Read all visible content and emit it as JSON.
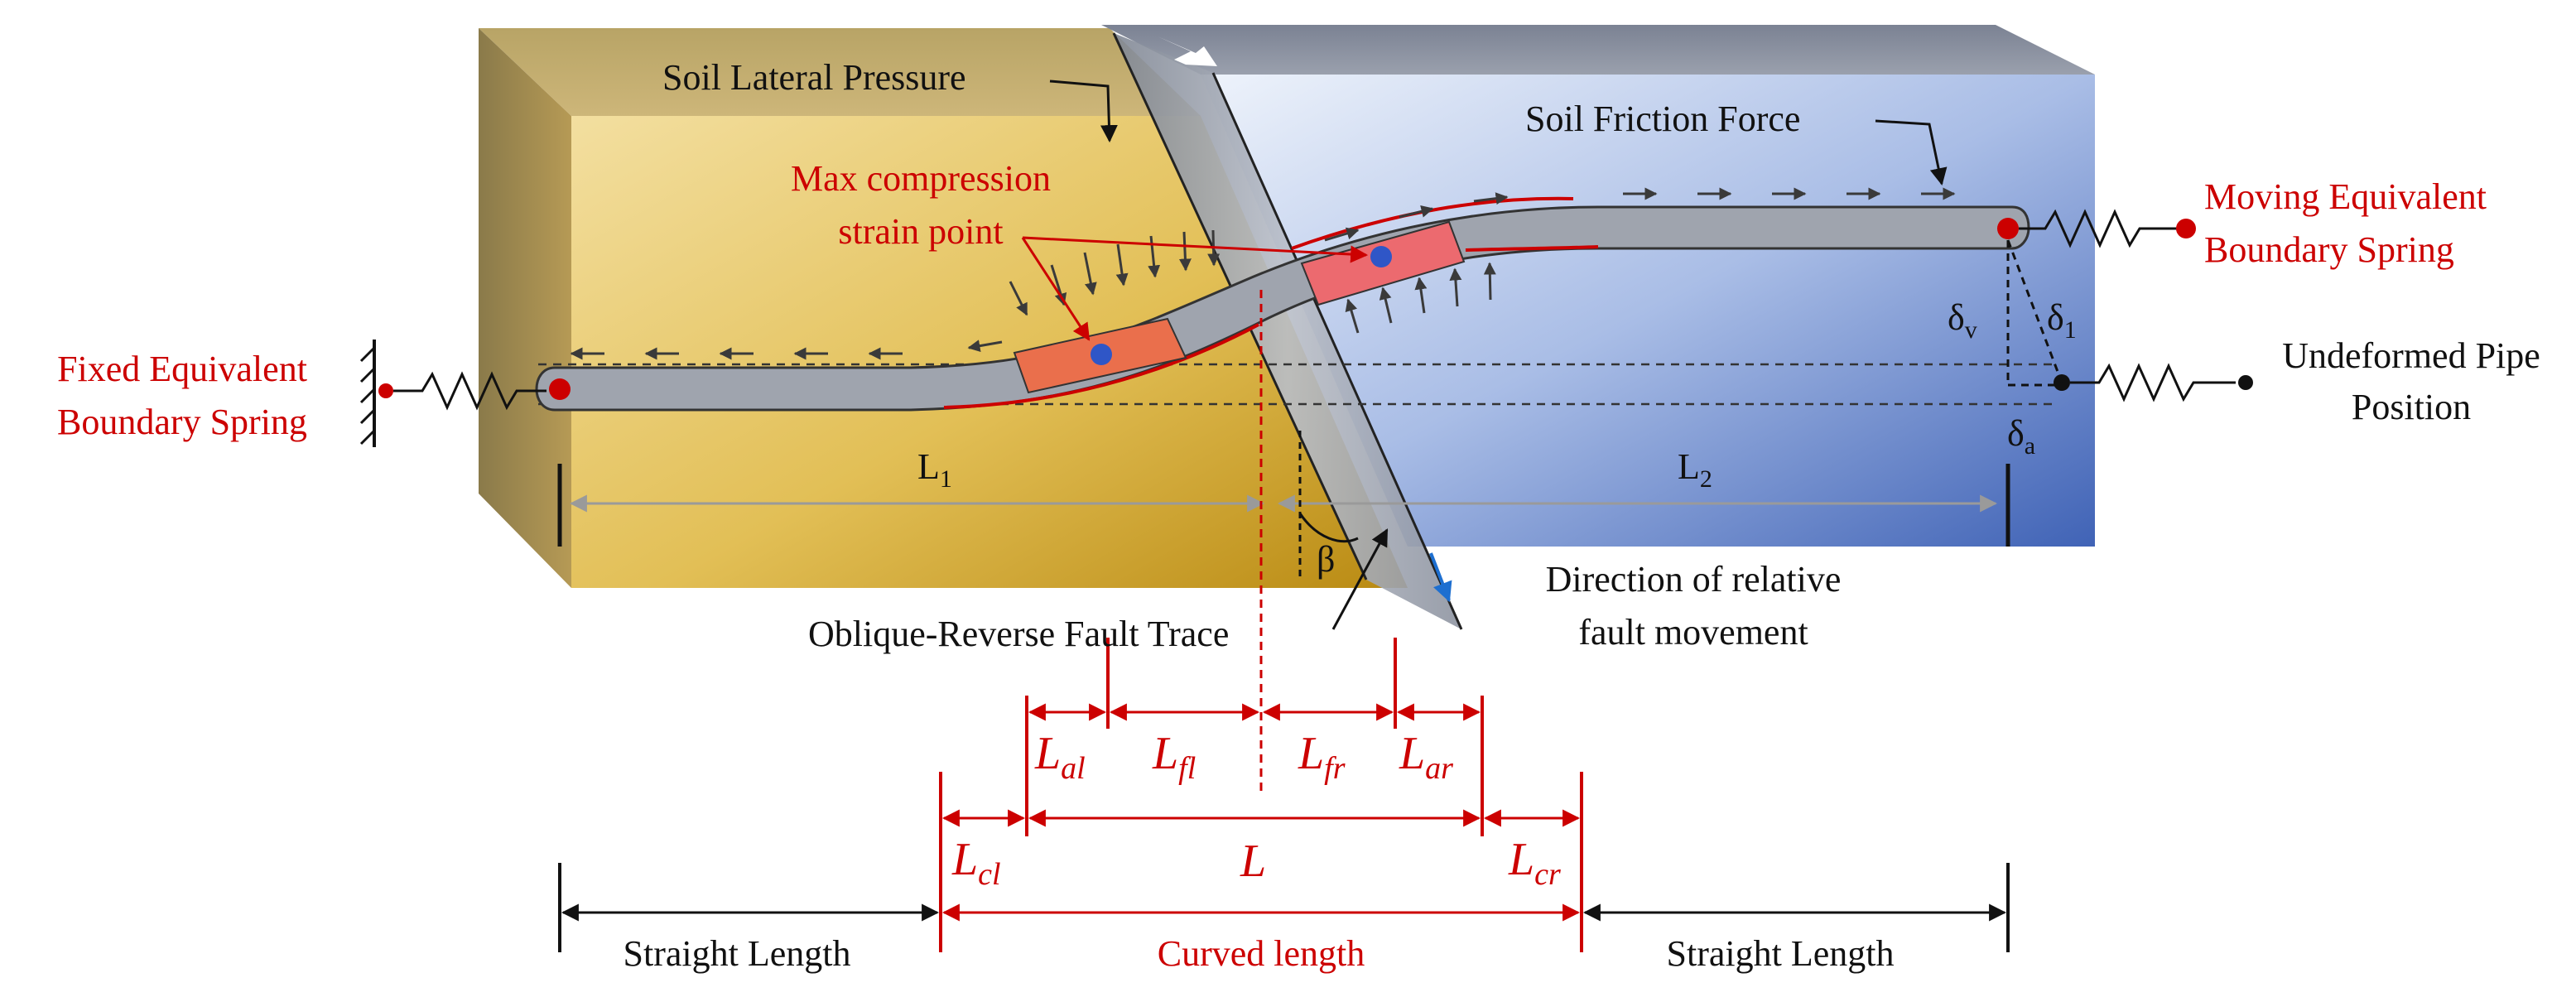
{
  "colors": {
    "left_block": "#d6b24a",
    "right_block": "#8fa7d8",
    "pipe": "#9ea3ad",
    "compression": "#ea6f4c",
    "red": "#cc0000",
    "blue_dot": "#2f56c7"
  },
  "labels": {
    "soil_lateral_pressure": "Soil Lateral Pressure",
    "soil_friction_force": "Soil Friction Force",
    "max_compression_1": "Max compression",
    "max_compression_2": "strain point",
    "moving_spring_1": "Moving Equivalent",
    "moving_spring_2": "Boundary Spring",
    "fixed_spring_1": "Fixed Equivalent",
    "fixed_spring_2": "Boundary Spring",
    "undeformed_1": "Undeformed Pipe",
    "undeformed_2": "Position",
    "fault_trace": "Oblique-Reverse Fault Trace",
    "direction_1": "Direction of relative",
    "direction_2": "fault movement",
    "L1": "L",
    "L1_sub": "1",
    "L2": "L",
    "L2_sub": "2",
    "beta": "β",
    "delta_v": "δ",
    "delta_v_sub": "v",
    "delta_1": "δ",
    "delta_1_sub": "1",
    "delta_a": "δ",
    "delta_a_sub": "a"
  },
  "dimensions": {
    "L_al": "L",
    "L_al_sub": "al",
    "L_fl": "L",
    "L_fl_sub": "fl",
    "L_fr": "L",
    "L_fr_sub": "fr",
    "L_ar": "L",
    "L_ar_sub": "ar",
    "L_cl": "L",
    "L_cl_sub": "cl",
    "L": "L",
    "L_cr": "L",
    "L_cr_sub": "cr",
    "straight_left": "Straight Length",
    "curved": "Curved length",
    "straight_right": "Straight Length"
  }
}
